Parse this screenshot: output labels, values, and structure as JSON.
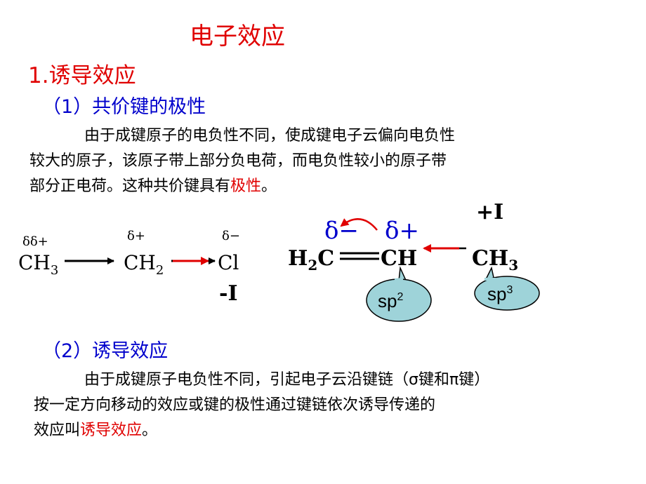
{
  "title": "电子效应",
  "heading1": "1.诱导效应",
  "section1": {
    "heading": "（1）共价键的极性",
    "para_lines": [
      "由于成键原子的电负性不同，使成键电子云偏向电负性",
      "较大的原子，该原子带上部分负电荷，而电负性较小的原子带"
    ],
    "para_line3_prefix": "部分正电荷。这种共价键具有",
    "para_line3_red": "极性",
    "para_line3_suffix": "。"
  },
  "left_diagram": {
    "charges": [
      "δδ+",
      "δ+",
      "δ−"
    ],
    "groups": [
      "CH",
      "CH",
      "Cl"
    ],
    "subscripts": [
      "3",
      "2"
    ],
    "effect": "-I"
  },
  "right_diagram": {
    "delta_minus": "δ−",
    "delta_plus": "δ+",
    "effect": "+I",
    "h2c_h": "H",
    "h2c_sub": "2",
    "h2c_c": "C",
    "ch": "CH",
    "ch3": "CH",
    "ch3_sub": "3",
    "bubble1": "sp",
    "bubble1_sup": "2",
    "bubble2": "sp",
    "bubble2_sup": "3"
  },
  "section2": {
    "heading": "（2）诱导效应",
    "para_line1": "由于成键原子电负性不同，引起电子云沿键链（σ键和π键）",
    "para_line2": "按一定方向移动的效应或键的极性通过键链依次诱导传递的",
    "para_line3_prefix": "效应叫",
    "para_line3_red": "诱导效应",
    "para_line3_suffix": "。"
  },
  "colors": {
    "accent_red": "#e00000",
    "heading_blue": "#0000cc",
    "bubble_fill": "#9ed3d9"
  }
}
